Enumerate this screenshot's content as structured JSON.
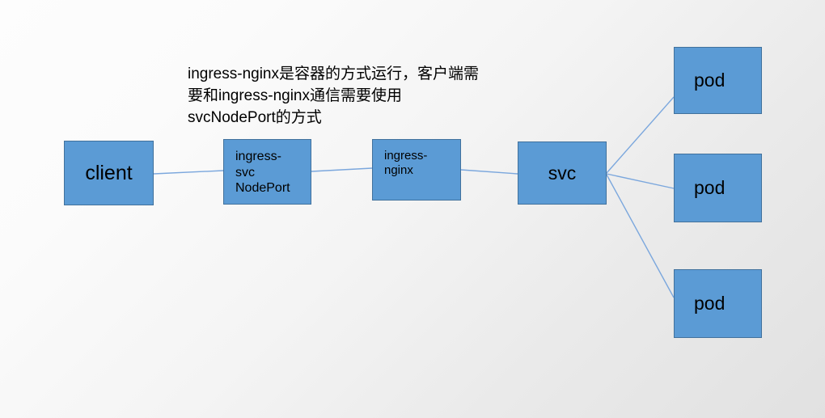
{
  "diagram": {
    "title": "ingress-nginx NodePort flow diagram",
    "background": {
      "from_color": "#fdfdfd",
      "to_color": "#e1e1e1"
    },
    "style": {
      "node_fill": "#5b9bd5",
      "node_border": "#41719c",
      "connector_color": "#7ba7dd",
      "text_color": "#000000"
    },
    "annotation": {
      "text": "ingress-nginx是容器的方式运行，客户端需要和ingress-nginx通信需要使用svcNodePort的方式"
    },
    "nodes": [
      {
        "id": "client",
        "label": "client"
      },
      {
        "id": "ingress-svc",
        "label": "ingress-\nsvc\nNodePort"
      },
      {
        "id": "ingress-nginx",
        "label": "ingress-\nnginx"
      },
      {
        "id": "svc",
        "label": "svc"
      },
      {
        "id": "pod-1",
        "label": "pod"
      },
      {
        "id": "pod-2",
        "label": "pod"
      },
      {
        "id": "pod-3",
        "label": "pod"
      }
    ],
    "edges": [
      {
        "from": "client",
        "to": "ingress-svc"
      },
      {
        "from": "ingress-svc",
        "to": "ingress-nginx"
      },
      {
        "from": "ingress-nginx",
        "to": "svc"
      },
      {
        "from": "svc",
        "to": "pod-1"
      },
      {
        "from": "svc",
        "to": "pod-2"
      },
      {
        "from": "svc",
        "to": "pod-3"
      }
    ]
  }
}
